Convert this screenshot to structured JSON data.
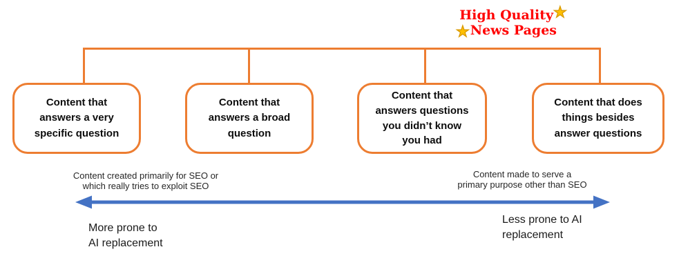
{
  "title": {
    "line1": "High Quality",
    "line2": "News Pages",
    "star_icon": "★",
    "text_color": "#FF0000",
    "star_color": "#FFC000"
  },
  "nodes": [
    {
      "label": "Content that\nanswers a very\nspecific question"
    },
    {
      "label": "Content that\nanswers a broad\nquestion"
    },
    {
      "label": "Content that\nanswers questions\nyou didn’t know\nyou had"
    },
    {
      "label": "Content that does\nthings besides\nanswer questions"
    }
  ],
  "axis": {
    "left_annotation": "Content created primarily for SEO or\nwhich really tries to exploit SEO",
    "right_annotation": "Content made to serve a\nprimary purpose other than SEO",
    "left_pole": "More prone to\nAI replacement",
    "right_pole": "Less prone to AI\nreplacement",
    "arrow_color": "#4472C4"
  },
  "colors": {
    "connector_orange": "#ED7D31",
    "arrow_blue": "#4472C4",
    "title_red": "#FF0000",
    "star_gold": "#FFC000"
  }
}
